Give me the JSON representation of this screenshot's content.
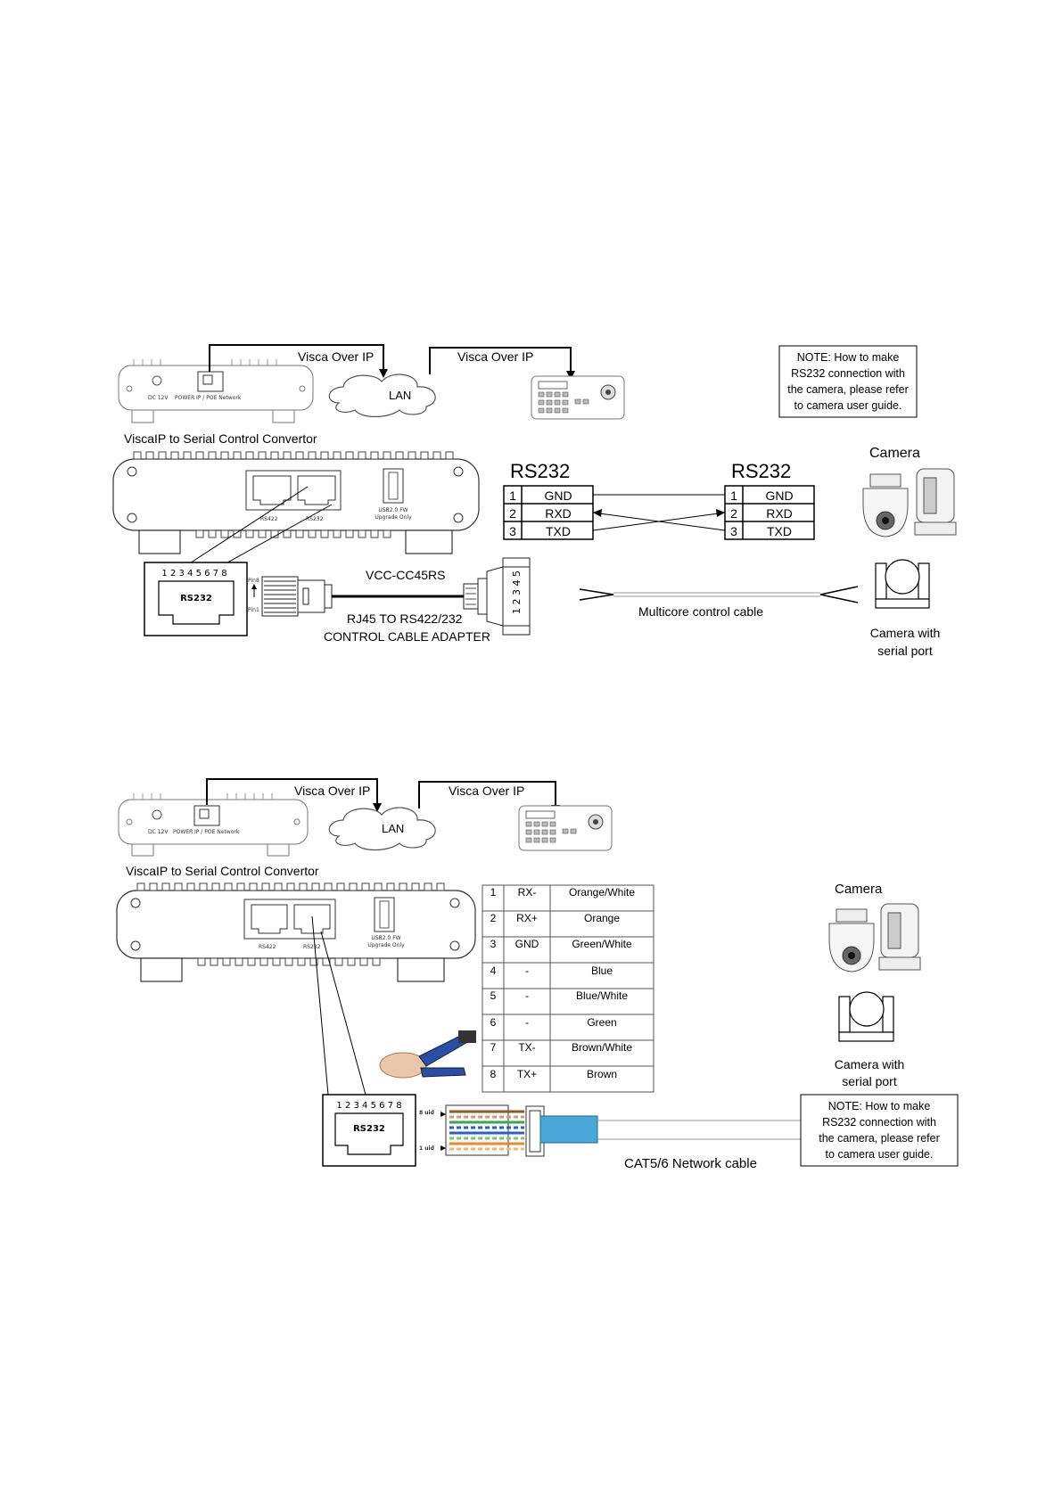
{
  "diagram1": {
    "visca_over_ip_left": "Visca Over IP",
    "visca_over_ip_right": "Visca Over IP",
    "lan": "LAN",
    "converter_title": "ViscaIP to Serial Control Convertor",
    "note_lines": [
      "NOTE: How to make",
      "RS232 connection with",
      "the camera, please refer",
      "to camera user guide."
    ],
    "camera_label": "Camera",
    "rs232_left_title": "RS232",
    "rs232_right_title": "RS232",
    "pins_left": [
      {
        "num": "1",
        "name": "GND"
      },
      {
        "num": "2",
        "name": "RXD"
      },
      {
        "num": "3",
        "name": "TXD"
      }
    ],
    "pins_right": [
      {
        "num": "1",
        "name": "GND"
      },
      {
        "num": "2",
        "name": "RXD"
      },
      {
        "num": "3",
        "name": "TXD"
      }
    ],
    "rj45_pins": "1 2 3 4 5 6 7 8",
    "rj45_label": "RS232",
    "pin1_label": "Pin1",
    "pin8_label": "Pin8",
    "cable_model": "VCC-CC45RS",
    "adapter_line1": "RJ45 TO RS422/232",
    "adapter_line2": "CONTROL CABLE ADAPTER",
    "terminal_pins": "1 2 3 4 5",
    "multicore_label": "Multicore control cable",
    "camera_serial_line1": "Camera with",
    "camera_serial_line2": "serial port",
    "device_ports": [
      "RS422",
      "RS232"
    ],
    "usb_line1": "USB2.0 FW",
    "usb_line2": "Upgrade Only",
    "small_device_labels": [
      "DC 12V",
      "POWER",
      "IP / POE Network"
    ]
  },
  "diagram2": {
    "visca_over_ip_left": "Visca Over IP",
    "visca_over_ip_right": "Visca Over IP",
    "lan": "LAN",
    "converter_title": "ViscaIP to Serial Control Convertor",
    "camera_label": "Camera",
    "camera_serial_line1": "Camera with",
    "camera_serial_line2": "serial port",
    "note_lines": [
      "NOTE: How to make",
      "RS232 connection with",
      "the camera, please refer",
      "to camera user guide."
    ],
    "pin_table": [
      {
        "num": "1",
        "signal": "RX-",
        "color": "Orange/White"
      },
      {
        "num": "2",
        "signal": "RX+",
        "color": "Orange"
      },
      {
        "num": "3",
        "signal": "GND",
        "color": "Green/White"
      },
      {
        "num": "4",
        "signal": "-",
        "color": "Blue"
      },
      {
        "num": "5",
        "signal": "-",
        "color": "Blue/White"
      },
      {
        "num": "6",
        "signal": "-",
        "color": "Green"
      },
      {
        "num": "7",
        "signal": "TX-",
        "color": "Brown/White"
      },
      {
        "num": "8",
        "signal": "TX+",
        "color": "Brown"
      }
    ],
    "rj45_pins": "1 2 3 4 5 6 7 8",
    "rj45_label": "RS232",
    "pin8_label": "8 uid",
    "pin1_label": "1 uid",
    "cable_label": "CAT5/6 Network cable",
    "device_ports": [
      "RS422",
      "RS232"
    ],
    "usb_line1": "USB2.0 FW",
    "usb_line2": "Upgrade Only",
    "small_device_labels": [
      "DC 12V",
      "POWER",
      "IP / POE Network"
    ]
  },
  "colors": {
    "cable_blue": "#4aa8d8",
    "wire_orange": "#e8892a",
    "wire_green": "#3aa84a",
    "wire_blue": "#2f5fc8",
    "wire_brown": "#8a5a2a"
  }
}
